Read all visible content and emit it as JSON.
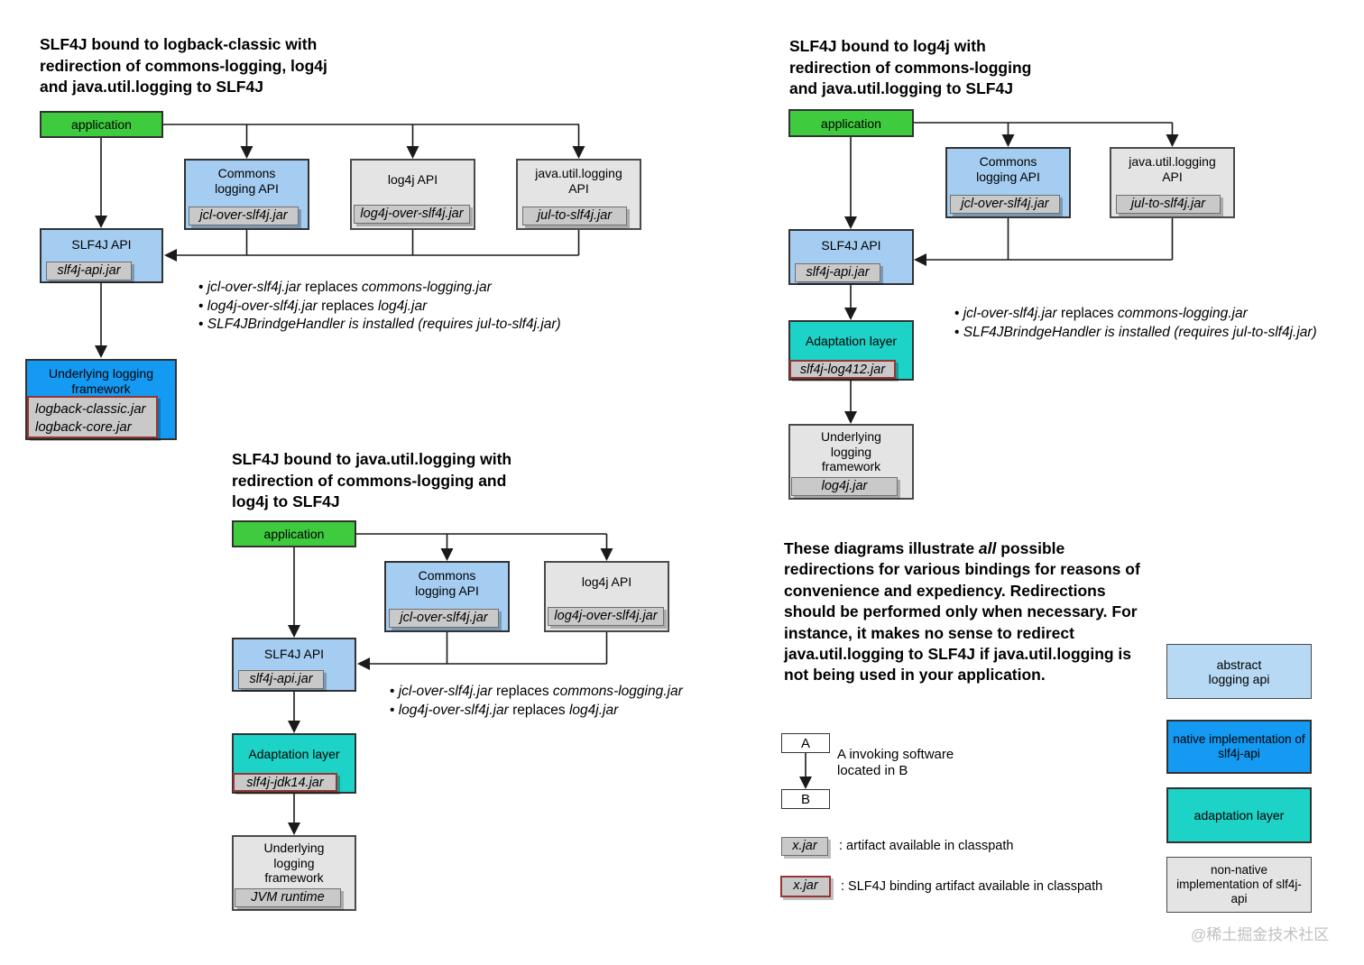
{
  "colors": {
    "application_green": "#3ecb3e",
    "api_light_blue": "#a5cdf2",
    "native_impl_blue": "#149af2",
    "adaptation_teal": "#1dd2c6",
    "non_native_gray": "#e4e4e4",
    "jar_gray": "#c9c9c9",
    "binding_border_red": "#943634",
    "legend_abstract_blue": "#b7d9f4"
  },
  "d1": {
    "title": [
      "SLF4J bound to logback-classic with",
      "redirection of commons-logging, log4j",
      "and java.util.logging to SLF4J"
    ],
    "app": "application",
    "commons": {
      "label": "Commons logging API",
      "jar": "jcl-over-slf4j.jar"
    },
    "log4j": {
      "label": "log4j API",
      "jar": "log4j-over-slf4j.jar"
    },
    "jul": {
      "label": "java.util.logging API",
      "jar": "jul-to-slf4j.jar"
    },
    "slf4j": {
      "label": "SLF4J API",
      "jar": "slf4j-api.jar"
    },
    "underlying": {
      "label": "Underlying logging framework",
      "jars": [
        "logback-classic.jar",
        "logback-core.jar"
      ]
    },
    "notes": [
      {
        "em1": "jcl-over-slf4j.jar",
        "plain": " replaces ",
        "em2": "commons-logging.jar"
      },
      {
        "em1": "log4j-over-slf4j.jar",
        "plain": " replaces ",
        "em2": "log4j.jar"
      },
      {
        "em1": "SLF4JBrindgeHandler is installed (requires jul-to-slf4j.jar)",
        "plain": "",
        "em2": ""
      }
    ]
  },
  "d2": {
    "title": [
      "SLF4J bound to log4j with",
      "redirection of commons-logging",
      "and java.util.logging to SLF4J"
    ],
    "app": "application",
    "commons": {
      "label": "Commons logging API",
      "jar": "jcl-over-slf4j.jar"
    },
    "jul": {
      "label": "java.util.logging API",
      "jar": "jul-to-slf4j.jar"
    },
    "slf4j": {
      "label": "SLF4J API",
      "jar": "slf4j-api.jar"
    },
    "adaptation": {
      "label": "Adaptation layer",
      "jar": "slf4j-log412.jar"
    },
    "underlying": {
      "label": "Underlying logging framework",
      "jar": "log4j.jar"
    },
    "notes": [
      {
        "em1": "jcl-over-slf4j.jar",
        "plain": " replaces ",
        "em2": "commons-logging.jar"
      },
      {
        "em1": "SLF4JBrindgeHandler is installed (requires jul-to-slf4j.jar)",
        "plain": "",
        "em2": ""
      }
    ]
  },
  "d3": {
    "title": [
      "SLF4J bound to java.util.logging with",
      "redirection of commons-logging and",
      "log4j to SLF4J"
    ],
    "app": "application",
    "commons": {
      "label": "Commons logging API",
      "jar": "jcl-over-slf4j.jar"
    },
    "log4j": {
      "label": "log4j API",
      "jar": "log4j-over-slf4j.jar"
    },
    "slf4j": {
      "label": "SLF4J API",
      "jar": "slf4j-api.jar"
    },
    "adaptation": {
      "label": "Adaptation layer",
      "jar": "slf4j-jdk14.jar"
    },
    "underlying": {
      "label": "Underlying logging framework",
      "jar": "JVM runtime"
    },
    "notes": [
      {
        "em1": "jcl-over-slf4j.jar",
        "plain": " replaces ",
        "em2": "commons-logging.jar"
      },
      {
        "em1": "log4j-over-slf4j.jar",
        "plain": " replaces ",
        "em2": "log4j.jar"
      }
    ]
  },
  "para": {
    "p1": "These diagrams illustrate ",
    "em": "all",
    "p2": " possible redirections for various bindings for reasons of convenience and expediency. Redirections should be performed only when necessary. For instance, it makes no sense to redirect java.util.logging to SLF4J if java.util.logging is not being used in your application."
  },
  "legend": {
    "a": "A",
    "b": "B",
    "ab_text": "A invoking software located in B",
    "xjar": "x.jar",
    "xjar_text": ": artifact available in classpath",
    "xjar_binding_text": ": SLF4J binding artifact available in classpath",
    "colors": [
      {
        "label": "abstract logging api"
      },
      {
        "label": "native implementation of slf4j-api"
      },
      {
        "label": "adaptation layer"
      },
      {
        "label": "non-native implementation of slf4j-api"
      }
    ]
  },
  "watermark": "@稀土掘金技术社区"
}
